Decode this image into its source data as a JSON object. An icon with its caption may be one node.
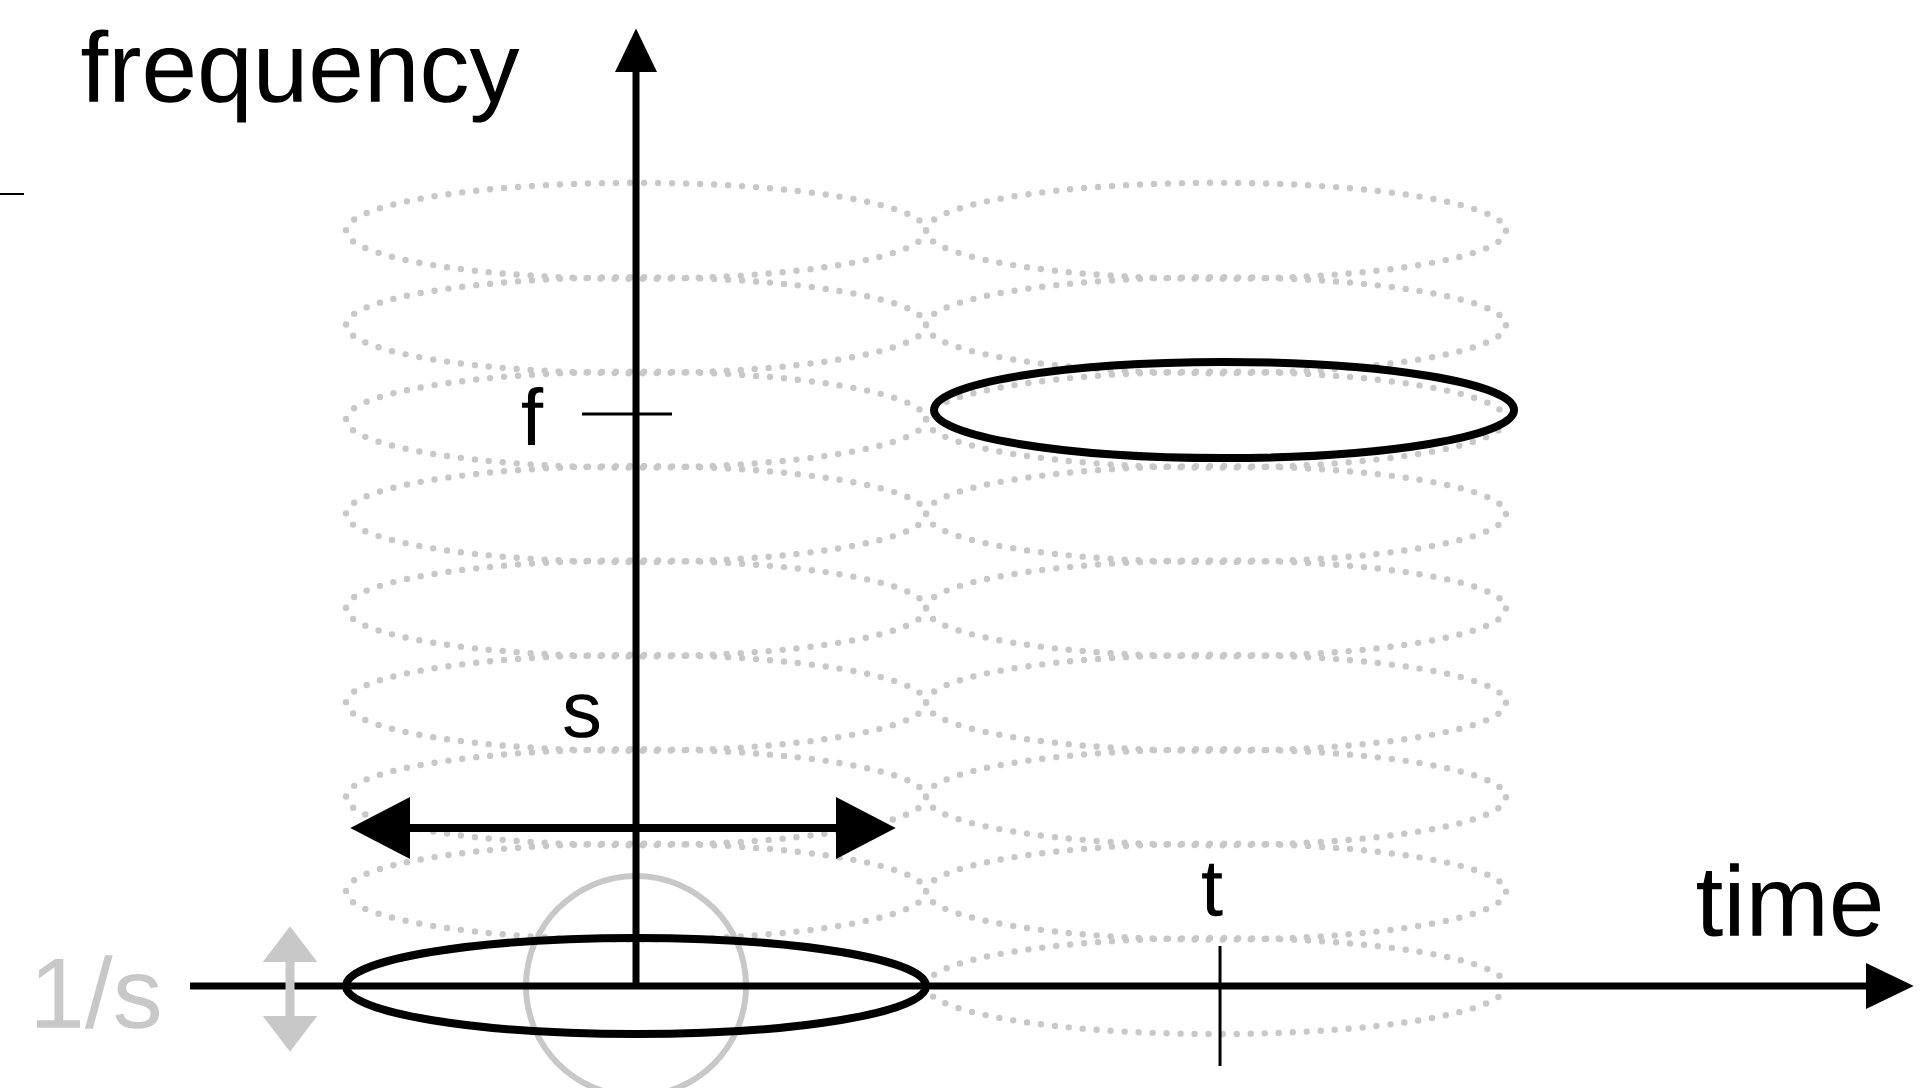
{
  "diagram": {
    "labels": [
      "frequency",
      "f",
      "s",
      "1/s",
      "t",
      "time"
    ]
  }
}
